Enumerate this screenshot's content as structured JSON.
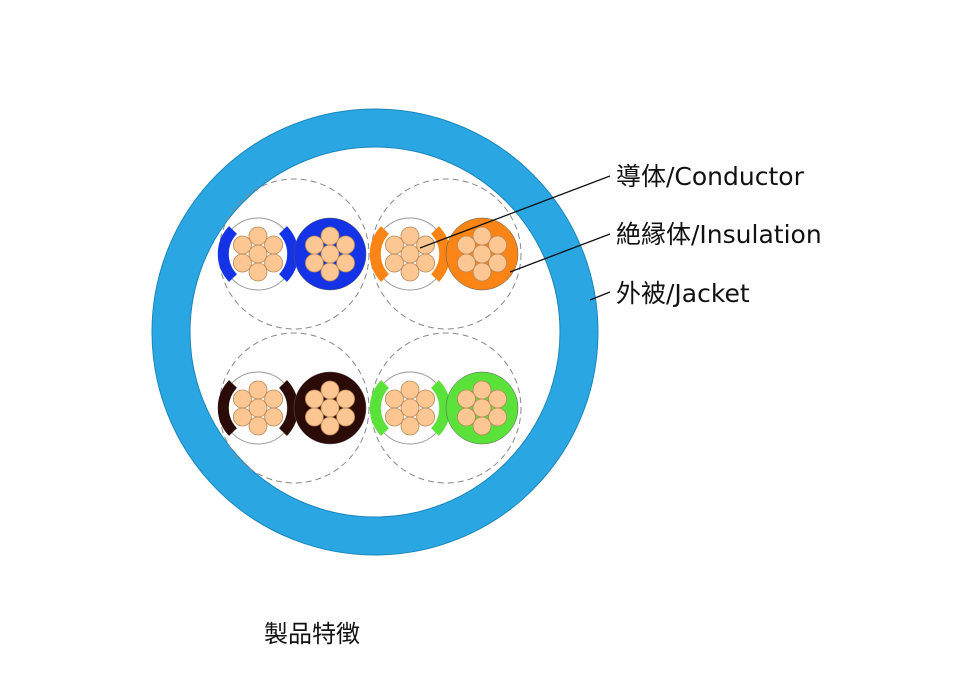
{
  "labels": {
    "conductor": "導体/Conductor",
    "insulation": "絶縁体/Insulation",
    "jacket": "外被/Jacket"
  },
  "caption": "製品特徴",
  "colors": {
    "jacket": "#2aa6e2",
    "conductor_fill": "#fcc792",
    "conductor_stroke": "#b98658",
    "background": "#ffffff",
    "line": "#111111",
    "pair_outline": "#888888"
  },
  "pairs": [
    {
      "name": "blue-pair",
      "color": "#1433e6"
    },
    {
      "name": "orange-pair",
      "color": "#fa8516"
    },
    {
      "name": "brown-pair",
      "color": "#2b0b08"
    },
    {
      "name": "green-pair",
      "color": "#5ae23a"
    }
  ]
}
